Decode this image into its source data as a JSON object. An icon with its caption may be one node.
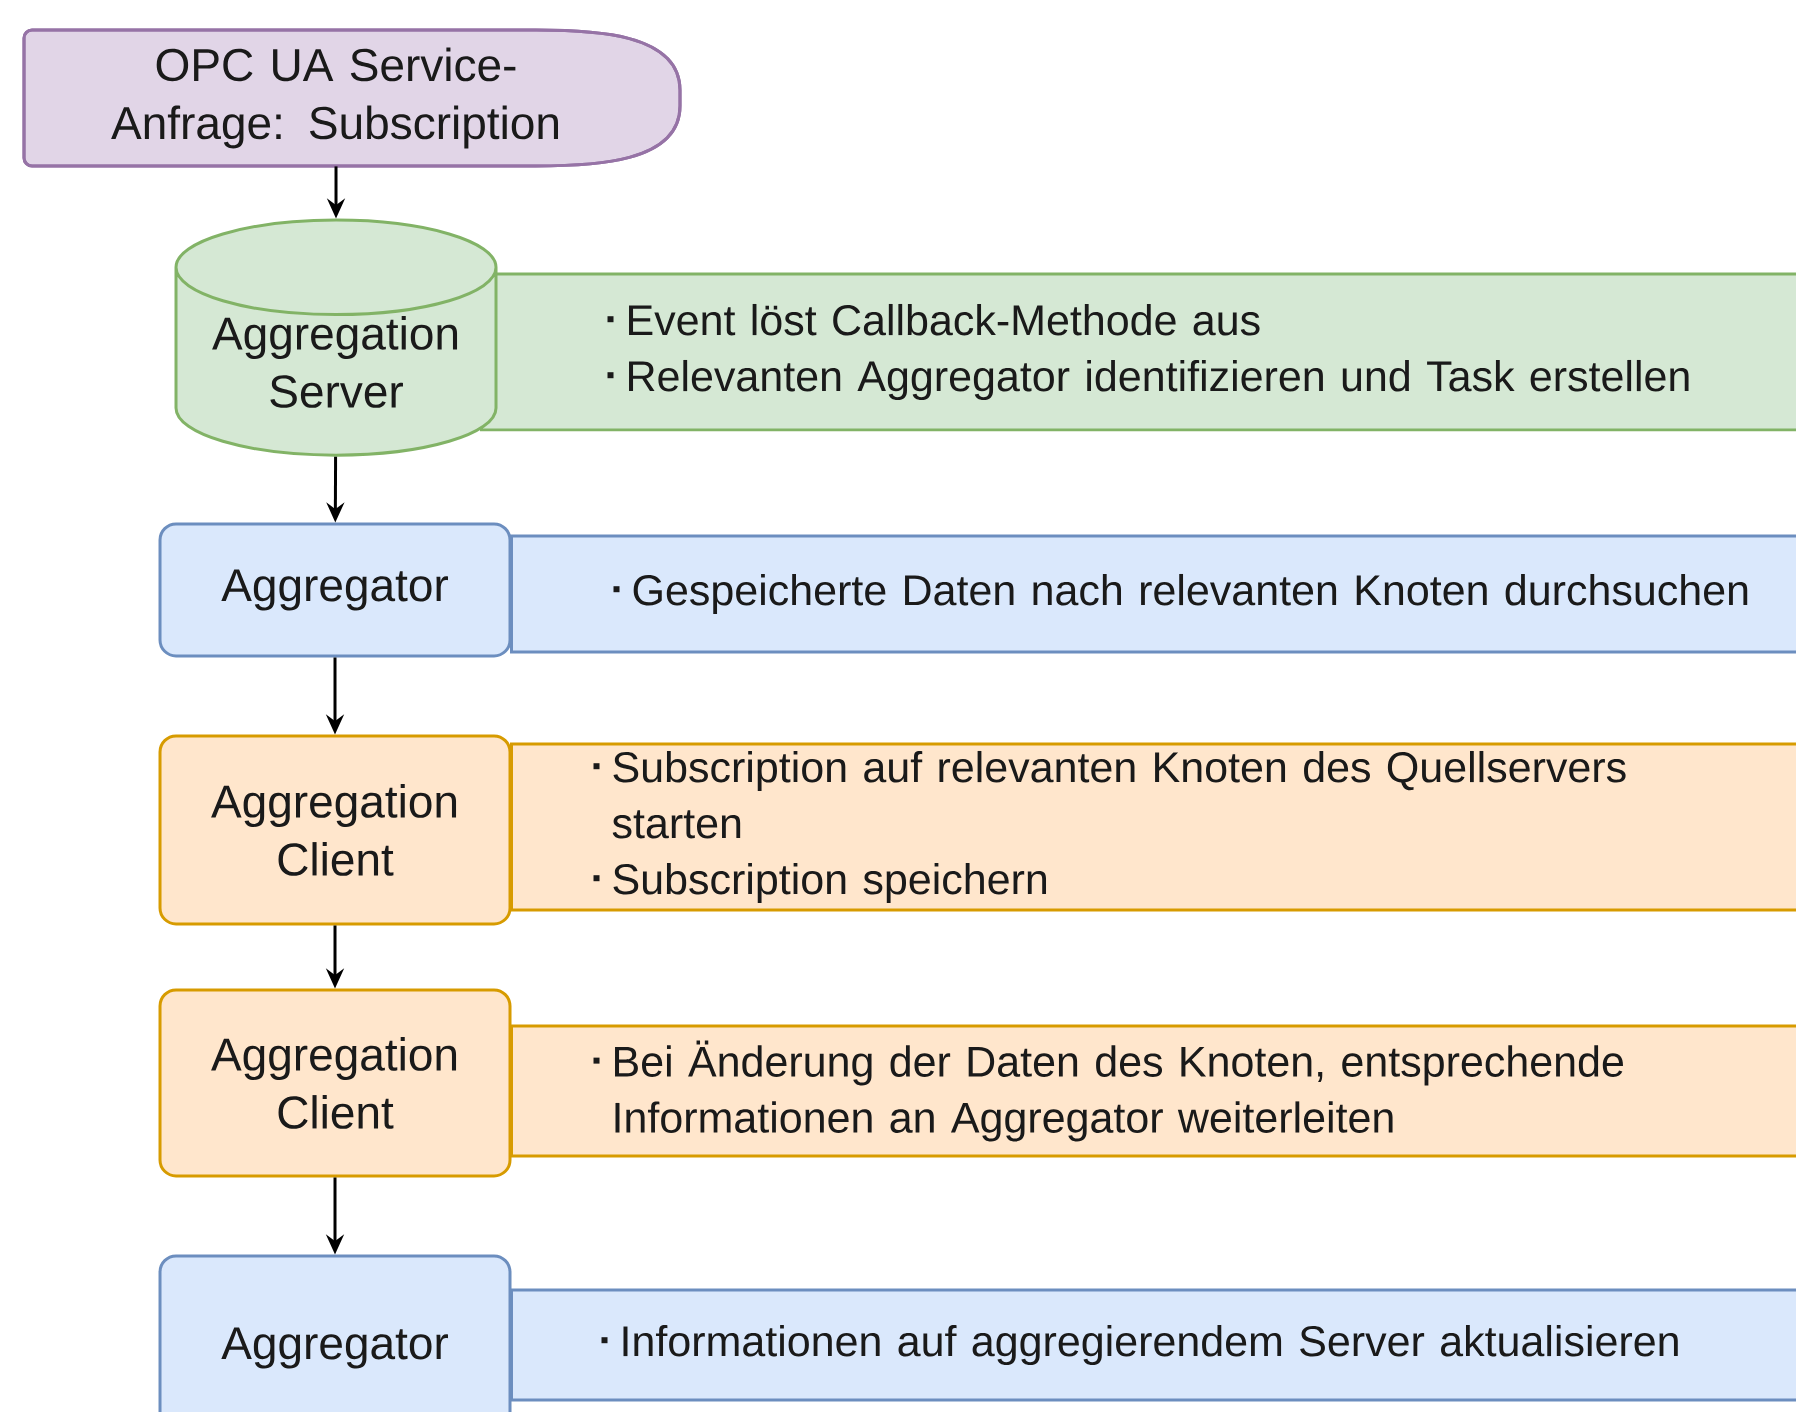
{
  "diagram": {
    "nodes": [
      {
        "text": [
          "OPC UA Service-Anfrage: Subscription"
        ]
      },
      {
        "text": [
          "Aggregation Server"
        ]
      },
      {
        "text": [
          "Event löst Callback-Methode aus",
          "Relevanten Aggregator identifizieren und Task erstellen"
        ]
      },
      {
        "text": [
          "Aggregator"
        ]
      },
      {
        "text": [
          "Gespeicherte Daten nach relevanten Knoten durchsuchen"
        ]
      },
      {
        "text": [
          "Aggregation Client"
        ]
      },
      {
        "text": [
          "Subscription auf relevanten Knoten des Quellservers starten",
          "Subscription speichern"
        ]
      },
      {
        "text": [
          "Aggregation Client"
        ]
      },
      {
        "text": [
          "Bei Änderung der Daten des Knoten, entsprechende Informationen an Aggregator weiterleiten"
        ]
      },
      {
        "text": [
          "Aggregator"
        ]
      },
      {
        "text": [
          "Informationen auf aggregierendem Server aktualisieren"
        ]
      }
    ],
    "edges": [
      {
        "from": 0,
        "to": 1,
        "arrow": "to"
      },
      {
        "from": 1,
        "to": 3,
        "arrow": "to"
      },
      {
        "from": 3,
        "to": 5,
        "arrow": "to"
      },
      {
        "from": 5,
        "to": 7,
        "arrow": "to"
      },
      {
        "from": 7,
        "to": 9,
        "arrow": "to"
      }
    ]
  }
}
